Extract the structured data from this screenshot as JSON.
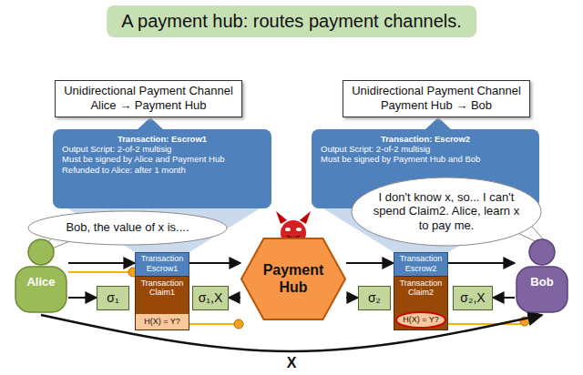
{
  "diagram": {
    "title": "A payment hub: routes payment channels.",
    "nodes": [
      {
        "text": [
          "Unidirectional Payment Channel Alice → Payment Hub"
        ]
      },
      {
        "text": [
          "Transaction: Escrow1",
          "Output Script: 2-of-2 multisig",
          "Must be signed by Alice and Payment Hub",
          "Refunded to Alice: after 1 month"
        ]
      },
      {
        "text": [
          "Unidirectional Payment Channel Payment Hub → Bob"
        ]
      },
      {
        "text": [
          "Transaction: Escrow2",
          "Output Script: 2-of-2 multisig",
          "Must be signed by Payment Hub and Bob"
        ]
      },
      {
        "text": [
          "Bob, the value of x is...."
        ]
      },
      {
        "text": [
          "Alice"
        ]
      },
      {
        "text": [
          "Transaction Escrow1"
        ]
      },
      {
        "text": [
          "Transaction Claim1",
          "H(X) = Y?"
        ]
      },
      {
        "text": [
          "σ₁"
        ]
      },
      {
        "text": [
          "σ₁,X"
        ]
      },
      {
        "text": [
          "Payment Hub"
        ]
      },
      {
        "text": [
          "Transaction Escrow2"
        ]
      },
      {
        "text": [
          "Transaction Claim2",
          "H(X) = Y?"
        ]
      },
      {
        "text": [
          "σ₂"
        ]
      },
      {
        "text": [
          "σ₂,X"
        ]
      },
      {
        "text": [
          "I don't know x, so... I can't spend Claim2. Alice, learn x to pay me."
        ]
      },
      {
        "text": [
          "Bob"
        ]
      }
    ],
    "edges": [
      {
        "from": 5,
        "to": 6,
        "arrow": "to"
      },
      {
        "from": 6,
        "to": 10,
        "arrow": "to"
      },
      {
        "from": 10,
        "to": 11,
        "arrow": "to"
      },
      {
        "from": 11,
        "to": 16,
        "arrow": "to"
      },
      {
        "from": 5,
        "to": 8,
        "arrow": "to"
      },
      {
        "from": 10,
        "to": 9,
        "arrow": "to"
      },
      {
        "from": 10,
        "to": 13,
        "arrow": "to"
      },
      {
        "from": 16,
        "to": 14,
        "arrow": "to"
      },
      {
        "from": 5,
        "to": 16,
        "label": "X",
        "arrow": "to"
      }
    ]
  }
}
